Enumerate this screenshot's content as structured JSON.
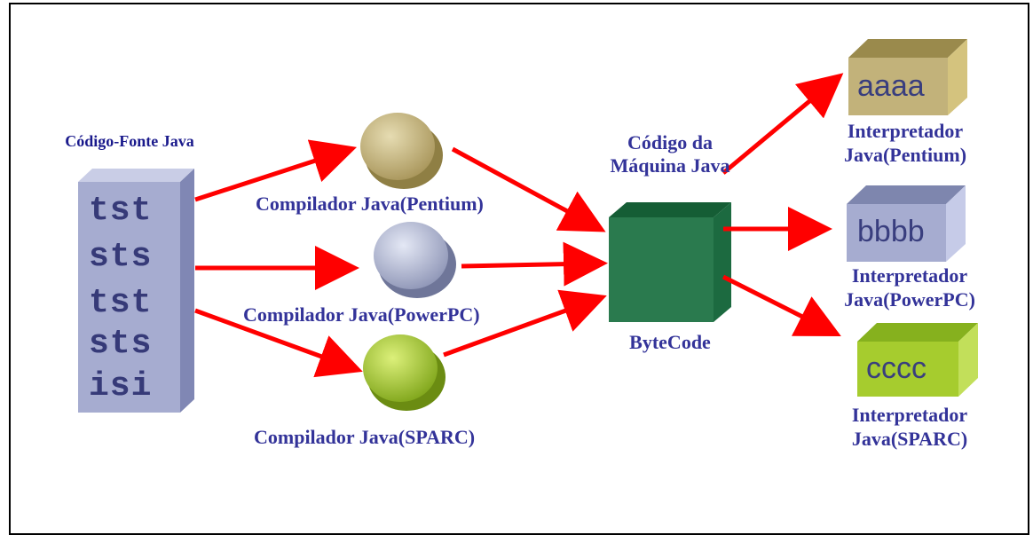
{
  "source": {
    "title": "Código-Fonte Java",
    "code_lines": [
      "tst",
      "sts",
      "tst",
      "sts",
      "isi"
    ]
  },
  "compilers": [
    {
      "label": "Compilador Java(Pentium)"
    },
    {
      "label": "Compilador Java(PowerPC)"
    },
    {
      "label": "Compilador Java(SPARC)"
    }
  ],
  "bytecode": {
    "title_line1": "Código da",
    "title_line2": "Máquina Java",
    "label": "ByteCode"
  },
  "interpreters": [
    {
      "cube_text": "aaaa",
      "label_line1": "Interpretador",
      "label_line2": "Java(Pentium)"
    },
    {
      "cube_text": "bbbb",
      "label_line1": "Interpretador",
      "label_line2": "Java(PowerPC)"
    },
    {
      "cube_text": "cccc",
      "label_line1": "Interpretador",
      "label_line2": "Java(SPARC)"
    }
  ],
  "colors": {
    "arrow": "#ff0000",
    "source_block": "#a6acd0",
    "pentium": "#c2b27a",
    "powerpc": "#b8bedc",
    "sparc": "#a6cc2e",
    "bytecode": "#2a7a4e",
    "label_text": "#333399"
  }
}
